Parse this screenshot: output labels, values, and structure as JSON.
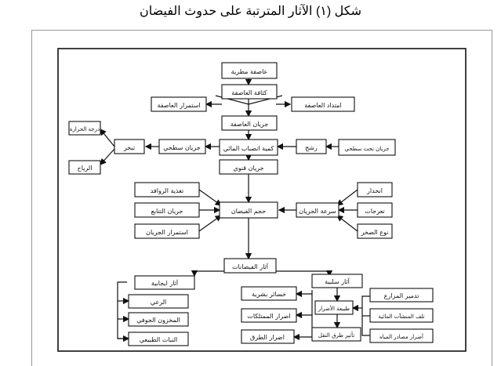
{
  "caption": "شكل (١) الآثار المترتبة على حدوث الفيضان",
  "nodes": {
    "storm": "عاصفة مطرية",
    "density": "كثافة العاصفة",
    "continuation": "استمرار العاصفة",
    "extent": "امتداد العاصفة",
    "storm_flow": "جريان العاصفة",
    "basin_runoff": "كمية انصباب المائي",
    "surface_flow": "جريان سطحي",
    "evaporation": "تبخر",
    "heat": "درجة الحرارة",
    "wind": "الرياح",
    "seepage": "رشح",
    "subsurface_flow": "جريان تحت سطحي",
    "channel_flow": "جريان قنوي",
    "flood_volume": "حجم الفيضان",
    "trib_feeding": "تغذية الروافد",
    "flow_continuity": "جريان التتابع",
    "flow_persistence": "استمرار الجريان",
    "flow_speed": "سرعة الجريان",
    "slope": "انحدار",
    "meanders": "تعرجات",
    "roughness": "نوع الصخر",
    "flood_effects": "آثار الفيضانات",
    "positive": "آثار ايجابية",
    "grazing": "الرعي",
    "groundwater": "المخزون الجوفي",
    "vegetation": "النبات الطبيعي",
    "negative": "آثار سلبية",
    "human_loss": "خسائر بشرية",
    "property_damage": "اضرار الممتلكات",
    "road_damage": "اضرار الطرق",
    "damage_nature": "طبيعة الأضرار",
    "traffic_effect": "تأثير طرق النقل",
    "infra_destroy": "تدمير المزارع",
    "water_lines": "تلف المنشآت المائية",
    "water_sources": "أضرار مصادر المياه"
  }
}
